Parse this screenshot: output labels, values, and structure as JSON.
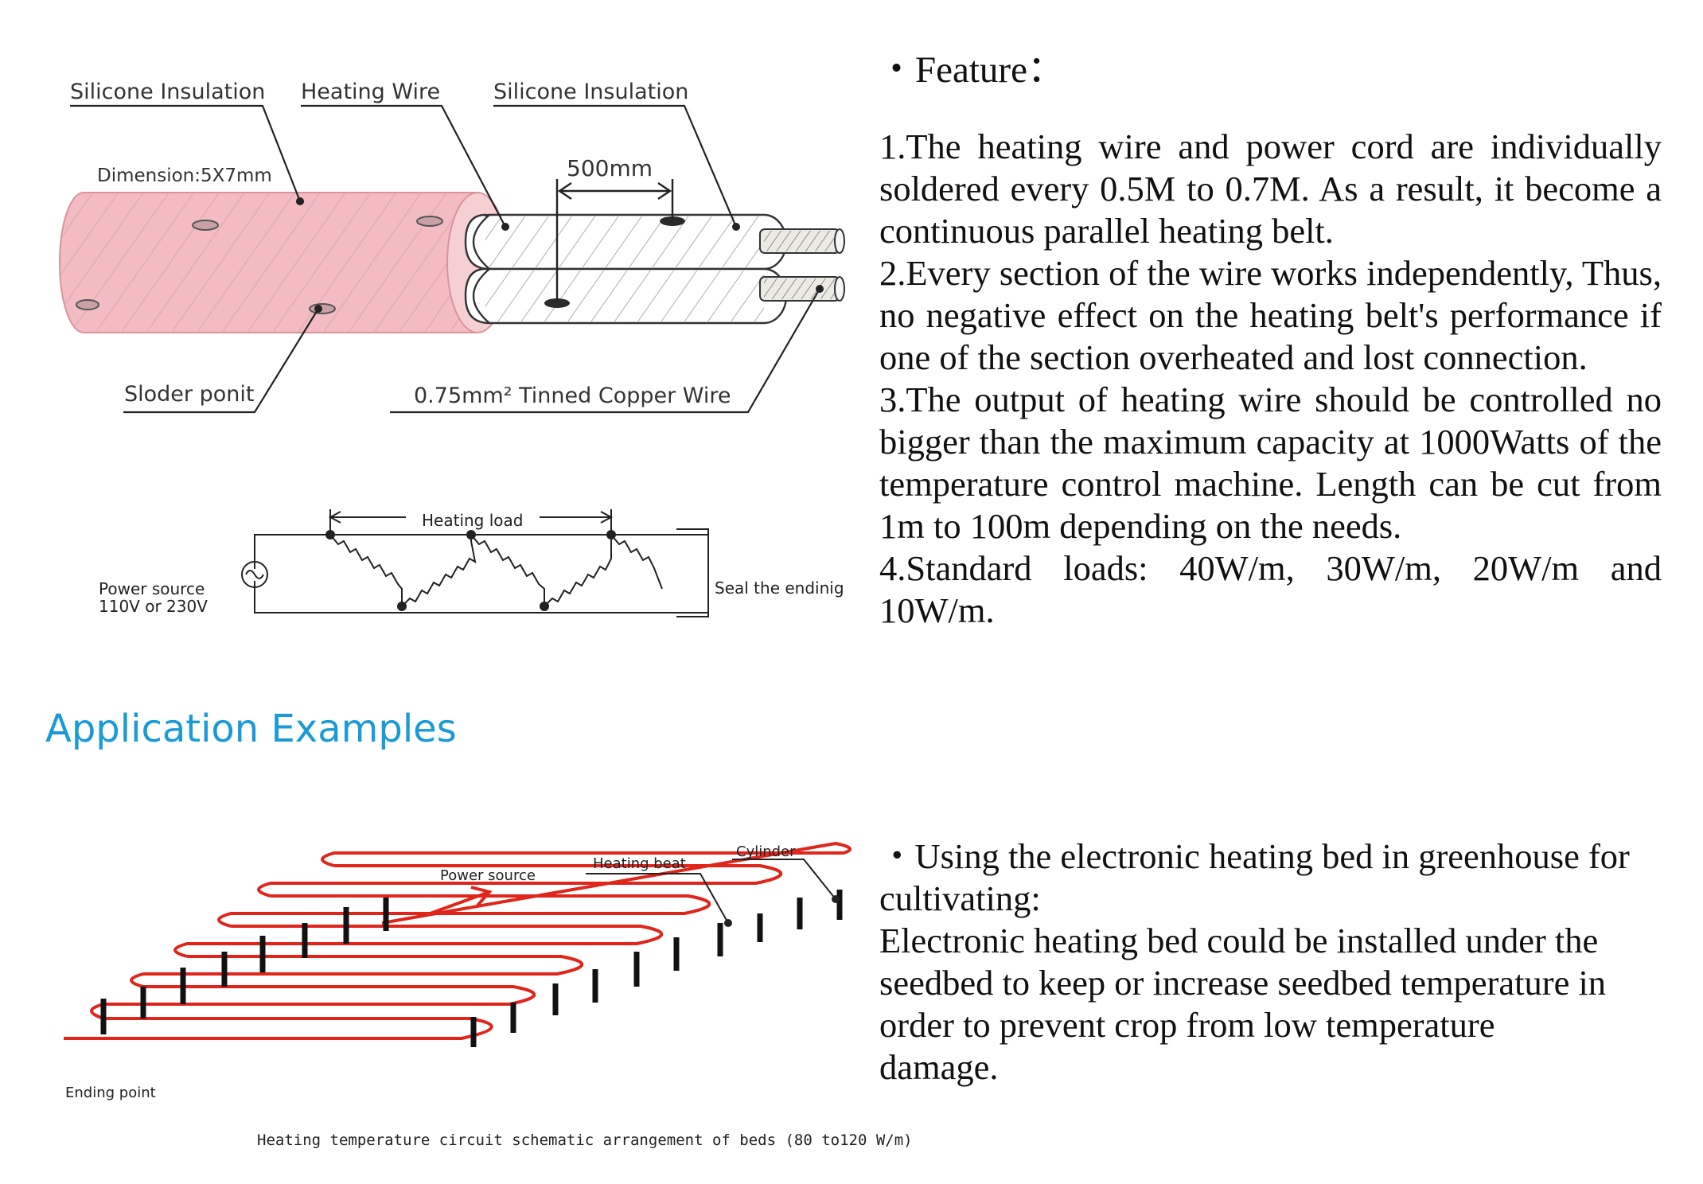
{
  "cable_diagram": {
    "labels": {
      "silicone_insulation_left": "Silicone Insulation",
      "heating_wire": "Heating Wire",
      "silicone_insulation_right": "Silicone Insulation",
      "dimension": "Dimension:5X7mm",
      "spacing": "500mm",
      "solder_point": "Sloder ponit",
      "copper_wire": "0.75mm² Tinned Copper Wire"
    },
    "colors": {
      "sheath": "#f2b9bf",
      "sheath_edge": "#d98890",
      "wire_core": "#e9e6e0"
    }
  },
  "circuit_diagram": {
    "labels": {
      "heating_load": "Heating load",
      "power_source": "Power source",
      "voltage": "110V or 230V",
      "seal_end": "Seal the endinig"
    }
  },
  "features": {
    "title": "・Feature：",
    "items": [
      "1.The heating wire and power cord are individually soldered every 0.5M to 0.7M. As a result, it become a continuous parallel heating belt.",
      "2.Every section of the wire works independently, Thus, no negative effect on the heating belt's performance if one of the section overheated and lost connection.",
      "3.The output of heating wire should be controlled no bigger than the maximum capacity at 1000Watts of the temperature control machine. Length can be cut from 1m to 100m depending on the needs.",
      "4.Standard loads: 40W/m, 30W/m, 20W/m and 10W/m."
    ]
  },
  "application": {
    "title": "Application Examples",
    "bed_diagram": {
      "power_source": "Power source",
      "heating_beat": "Heating beat",
      "cylinder": "Cylinder",
      "ending_point": "Ending point",
      "caption": "Heating temperature circuit schematic arrangement of beds (80 to120 W/m)",
      "wire_color": "#e0251b"
    },
    "greenhouse_heading": "・Using the electronic heating bed in greenhouse for cultivating:",
    "greenhouse_text": "Electronic heating bed could be installed under the seedbed to keep or increase seedbed temperature in order to prevent crop from low temperature damage."
  }
}
